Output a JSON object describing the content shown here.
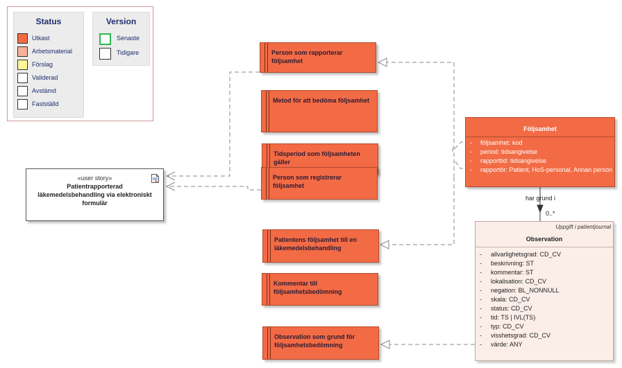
{
  "legend": {
    "status_title": "Status",
    "status_items": [
      {
        "label": "Utkast",
        "color": "#f26b45"
      },
      {
        "label": "Arbetsmaterial",
        "color": "#f7b09a"
      },
      {
        "label": "Förslag",
        "color": "#fff799"
      },
      {
        "label": "Validerad",
        "color": "#ffffff"
      },
      {
        "label": "Avstämd",
        "color": "#ffffff"
      },
      {
        "label": "Fastställd",
        "color": "#ffffff"
      }
    ],
    "version_title": "Version",
    "version_items": [
      {
        "label": "Senaste",
        "border": "#2db84d"
      },
      {
        "label": "Tidigare",
        "border": "#333333"
      }
    ]
  },
  "requirements": [
    "Person som rapporterar följsamhet",
    "Metod för att bedöma följsamhet",
    "Tidsperiod som följsamheten gäller",
    "Person som registrerar följsamhet",
    "Patientens följsamhet till en läkemedelsbehandling",
    "Kommentar till följsamhetsbedömning",
    "Observation som grund för följsamhetsbedömning"
  ],
  "user_story": {
    "stereotype": "«user story»",
    "name": "Patientrapporterad läkemedelsbehandling via elektroniskt formulär"
  },
  "class_foljsamhet": {
    "name": "Följsamhet",
    "attributes": [
      "följsamhet: kod",
      "period: tidsangivelse",
      "rapporttid: tidsangivelse",
      "rapportör: Patient, HoS-personal, Annan person"
    ]
  },
  "association": {
    "label": "har grund i",
    "multiplicity": "0..*"
  },
  "class_observation": {
    "package": "Uppgift i patientjournal",
    "name": "Observation",
    "attributes": [
      "allvarlighetsgrad: CD_CV",
      "beskrivning: ST",
      "kommentar: ST",
      "lokalisation: CD_CV",
      "negation: BL_NONNULL",
      "skala: CD_CV",
      "status: CD_CV",
      "tid: TS | IVL(TS)",
      "typ: CD_CV",
      "visshetsgrad: CD_CV",
      "värde: ANY"
    ]
  },
  "colors": {
    "draft": "#f26b45",
    "connector": "#777777"
  }
}
